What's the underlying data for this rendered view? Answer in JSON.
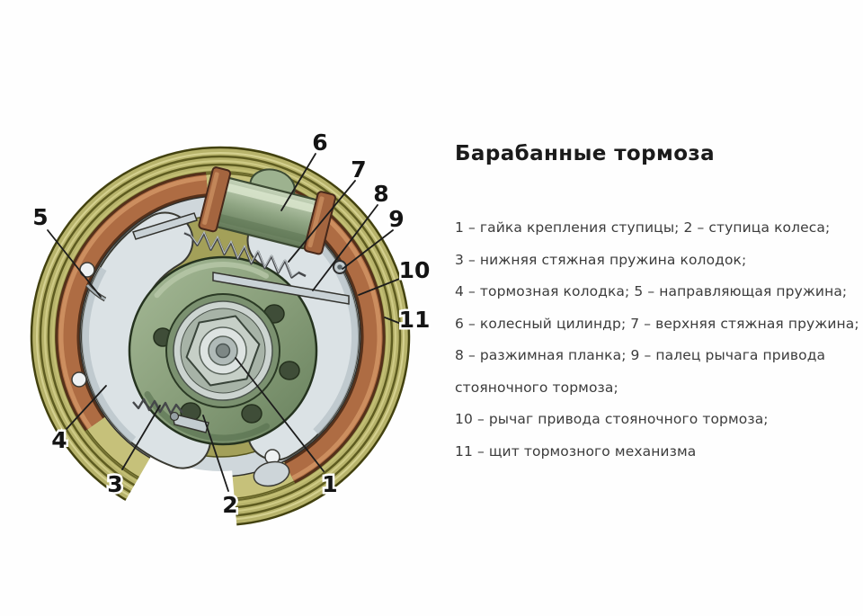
{
  "title": "Барабанные тормоза",
  "legend_lines": [
    "1 – гайка крепления ступицы; 2 – ступица колеса;",
    "3 – нижняя стяжная пружина колодок;",
    "4 – тормозная колодка; 5 – направляющая пружина;",
    "6 – колесный цилиндр; 7 – верхняя стяжная пружина;",
    "8 – разжимная планка; 9 – палец рычага привода",
    "стояночного тормоза;",
    "10 – рычаг привода стояночного тормоза;",
    "11 – щит тормозного механизма"
  ],
  "callouts": {
    "c1": "1",
    "c2": "2",
    "c3": "3",
    "c4": "4",
    "c5": "5",
    "c6": "6",
    "c7": "7",
    "c8": "8",
    "c9": "9",
    "c10": "10",
    "c11": "11"
  },
  "colors": {
    "background": "#fefefe",
    "drum_olive": "#b7b36b",
    "drum_groove": "#5e5c20",
    "shoe_copper": "#ae6c43",
    "plate_gray": "#dbe2e5",
    "hub_green": "#869c78",
    "cylinder_green": "#9db28f",
    "label_text": "#141414",
    "legend_text": "#3c3c3c"
  }
}
